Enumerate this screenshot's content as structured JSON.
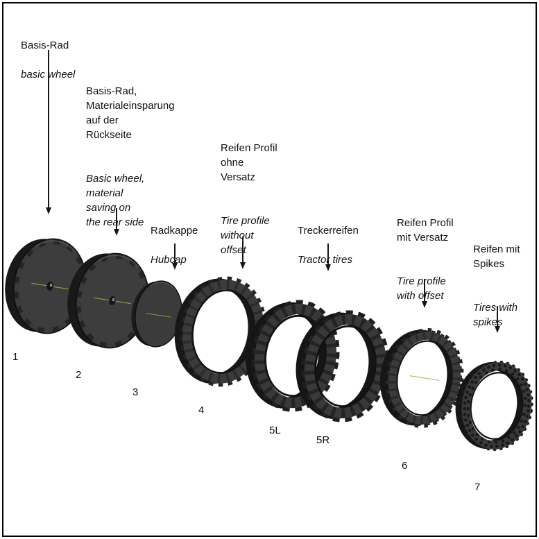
{
  "parts": [
    {
      "number": "1",
      "name_de": "Basis-Rad",
      "name_en": "basic wheel"
    },
    {
      "number": "2",
      "name_de": "Basis-Rad,\nMaterialeinsparung\nauf der\nRückseite",
      "name_en": "Basic wheel,\nmaterial\nsaving on\nthe rear side"
    },
    {
      "number": "3",
      "name_de": "Radkappe",
      "name_en": "Hubcap"
    },
    {
      "number": "4",
      "name_de": "Reifen Profil\nohne\nVersatz",
      "name_en": "Tire profile\nwithout\noffset"
    },
    {
      "numbers": [
        "5L",
        "5R"
      ],
      "name_de": "Treckerreifen",
      "name_en": "Tractor tires"
    },
    {
      "number": "6",
      "name_de": "Reifen Profil\nmit Versatz",
      "name_en": "Tire profile\nwith offset"
    },
    {
      "number": "7",
      "name_de": "Reifen mit\nSpikes",
      "name_en": "Tires with\nspikes"
    }
  ],
  "colors": {
    "wheel_body": "#3b3b3b",
    "wheel_shadow": "#171717",
    "axis_line": "#9aa03a",
    "text": "#111111",
    "background": "#ffffff"
  }
}
